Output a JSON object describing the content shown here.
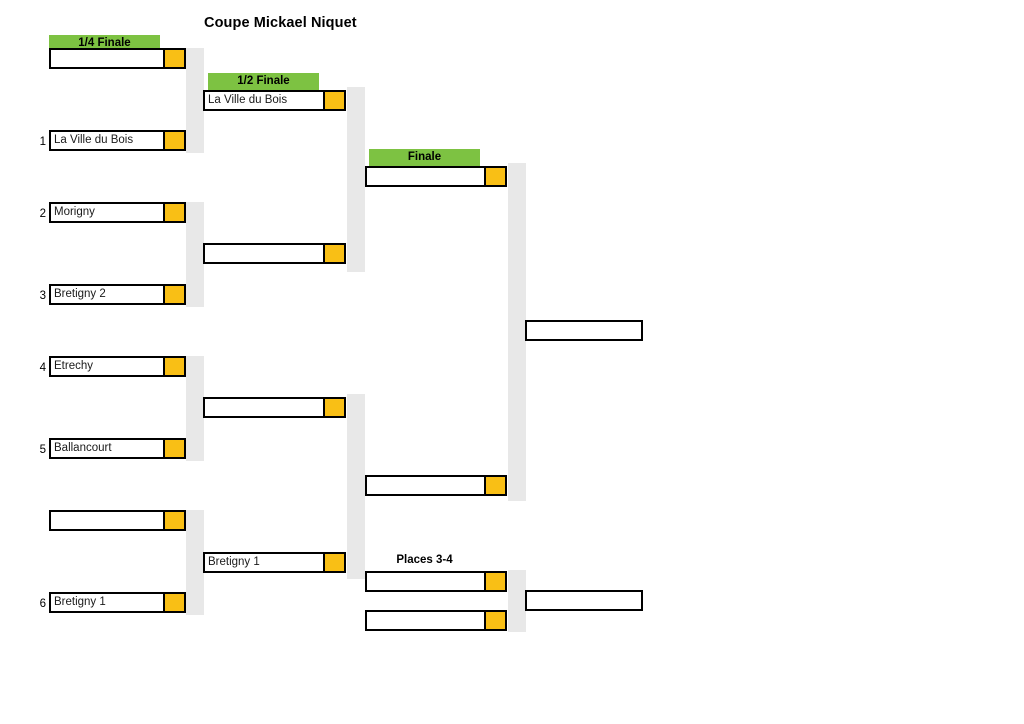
{
  "title": "Coupe Mickael Niquet",
  "colors": {
    "header_green": "#7dc242",
    "score_orange": "#f9bf15",
    "connector_grey": "#e8e8e8",
    "border_black": "#000000"
  },
  "headers": {
    "quarter": "1/4 Finale",
    "semi": "1/2 Finale",
    "final": "Finale",
    "places": "Places 3-4"
  },
  "rounds": {
    "quarter": {
      "label": "1/4 Finale",
      "matches": [
        {
          "slots": [
            {
              "seed": "",
              "team": "",
              "score": ""
            },
            {
              "seed": "1",
              "team": "La Ville du Bois",
              "score": ""
            }
          ]
        },
        {
          "slots": [
            {
              "seed": "2",
              "team": "Morigny",
              "score": ""
            },
            {
              "seed": "3",
              "team": "Bretigny 2",
              "score": ""
            }
          ]
        },
        {
          "slots": [
            {
              "seed": "4",
              "team": "Etrechy",
              "score": ""
            },
            {
              "seed": "5",
              "team": "Ballancourt",
              "score": ""
            }
          ]
        },
        {
          "slots": [
            {
              "seed": "",
              "team": "",
              "score": ""
            },
            {
              "seed": "6",
              "team": "Bretigny 1",
              "score": ""
            }
          ]
        }
      ]
    },
    "semi": {
      "label": "1/2 Finale",
      "slots": [
        {
          "team": "La Ville du Bois",
          "score": ""
        },
        {
          "team": "",
          "score": ""
        },
        {
          "team": "",
          "score": ""
        },
        {
          "team": "Bretigny 1",
          "score": ""
        }
      ]
    },
    "final": {
      "label": "Finale",
      "slots": [
        {
          "team": "",
          "score": ""
        },
        {
          "team": "",
          "score": ""
        }
      ]
    },
    "places": {
      "label": "Places 3-4",
      "slots": [
        {
          "team": "",
          "score": ""
        },
        {
          "team": "",
          "score": ""
        }
      ]
    },
    "winners": [
      {
        "team": ""
      },
      {
        "team": ""
      }
    ]
  }
}
